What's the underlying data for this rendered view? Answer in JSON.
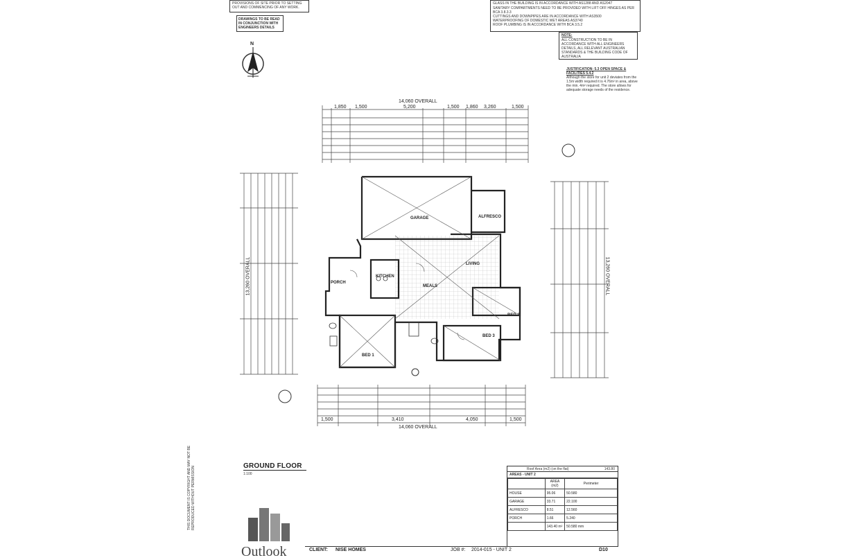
{
  "notes": {
    "top_left_a": "PROVISIONS OF SITE PRIOR TO SETTING OUT AND COMMENCING OF ANY WORK.",
    "top_left_b": "DRAWINGS TO BE READ IN CONJUNCTION WITH ENGINEERS DETAILS",
    "top_right_a": "GLASS IN THE BUILDING IS IN ACCORDANCE WITH AS1288 AND AS2047",
    "top_right_b": "SANITARY COMPARTMENTS NEED TO BE PROVIDED WITH LIFT OFF HINGES AS PER BCA 3.8.3.3",
    "top_right_c": "CUTTINGS AND DOWNPIPES ARE IN ACCORDANCE WITH AS3500",
    "top_right_d": "WATERPROOFING OF DOMESTIC WET AREAS AS3740",
    "top_right_e": "ROOF PLUMBING IS IN ACCORDANCE WITH BCA 3.5.2",
    "note_title": "NOTE:",
    "note_body": "ALL CONSTRUCTION TO BE IN ACCORDANCE WITH ALL ENGINEERS DETAILS, ALL RELEVANT AUSTRALIAN STANDARDS & THE BUILDING CODE OF AUSTRALIA",
    "justification_title": "JUSTIFICATION: 5.3 OPEN SPACE & FACILITIES 5.4.2",
    "justification_body": "Although the store for unit 2 deviates from the 1.5m width required it is 4.76m² in area, above the min. 4m² required. The store allows for adequate storage needs of the residence."
  },
  "north_label": "N",
  "dimensions": {
    "top_overall": "14,060 OVERALL",
    "bottom_overall": "14,060 OVERALL",
    "left_overall": "13,260 OVERALL",
    "right_overall": "13,260 OVERALL",
    "top_row": [
      "1,850",
      "1,500",
      "5,200",
      "1,500",
      "1,860",
      "3,260",
      "1,500"
    ],
    "bottom_row": [
      "1,500",
      "3,410",
      "4,050",
      "1,500"
    ]
  },
  "rooms": {
    "garage": "GARAGE",
    "alfresco": "ALFRESCO",
    "living": "LIVING",
    "meals": "MEALS",
    "kitchen": "KITCHEN",
    "porch": "PORCH",
    "bed1": "BED 1",
    "bed2": "BED 2",
    "bed3": "BED 3"
  },
  "plan_title": "GROUND FLOOR",
  "plan_scale": "1:100",
  "areas": {
    "roof_area_label": "Roof Area (m2) (on the flat)",
    "roof_area_value": "143.80",
    "title": "AREAS - UNIT 2",
    "col_area": "AREA (m2)",
    "col_perimeter": "Perimeter",
    "rows": [
      {
        "name": "HOUSE",
        "area": "95.06",
        "perimeter": "50.580"
      },
      {
        "name": "GARAGE",
        "area": "33.71",
        "perimeter": "22.100"
      },
      {
        "name": "ALFRESCO",
        "area": "8.51",
        "perimeter": "12.560"
      },
      {
        "name": "PORCH",
        "area": "1.66",
        "perimeter": "5.240"
      }
    ],
    "total_area": "143.40 m²",
    "total_perimeter": "50.580 mm"
  },
  "footer": {
    "client_label": "CLIENT:",
    "client_value": "NISE HOMES",
    "job_label": "JOB #:",
    "job_value": "2014-015 - UNIT 2",
    "sheet_value": "D10",
    "logo_text": "Outlook"
  },
  "copyright_note": "THIS DOCUMENT IS COPYRIGHT AND MAY NOT BE REPRODUCED WITHOUT PERMISSION"
}
